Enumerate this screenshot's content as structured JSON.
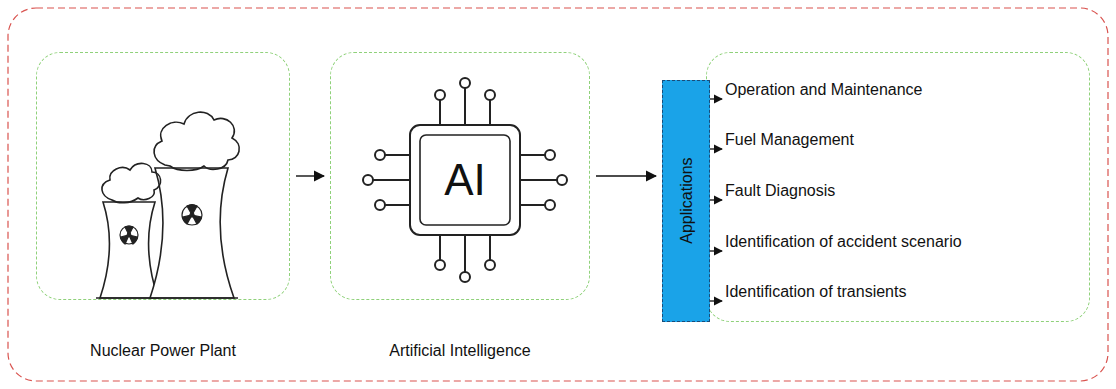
{
  "diagram": {
    "nodes": [
      {
        "text": [
          "Nuclear Power Plant"
        ]
      },
      {
        "text": [
          "Artificial Intelligence"
        ]
      },
      {
        "text": [
          "Applications"
        ]
      },
      {
        "text": [
          "Operation and Maintenance",
          "Fuel Management",
          "Fault Diagnosis",
          "Identification of accident scenario",
          "Identification of transients"
        ]
      }
    ],
    "edges": [
      {
        "from": 0,
        "to": 1,
        "arrow": "to"
      },
      {
        "from": 1,
        "to": 2,
        "arrow": "to"
      }
    ],
    "labels": [
      "AI"
    ]
  }
}
